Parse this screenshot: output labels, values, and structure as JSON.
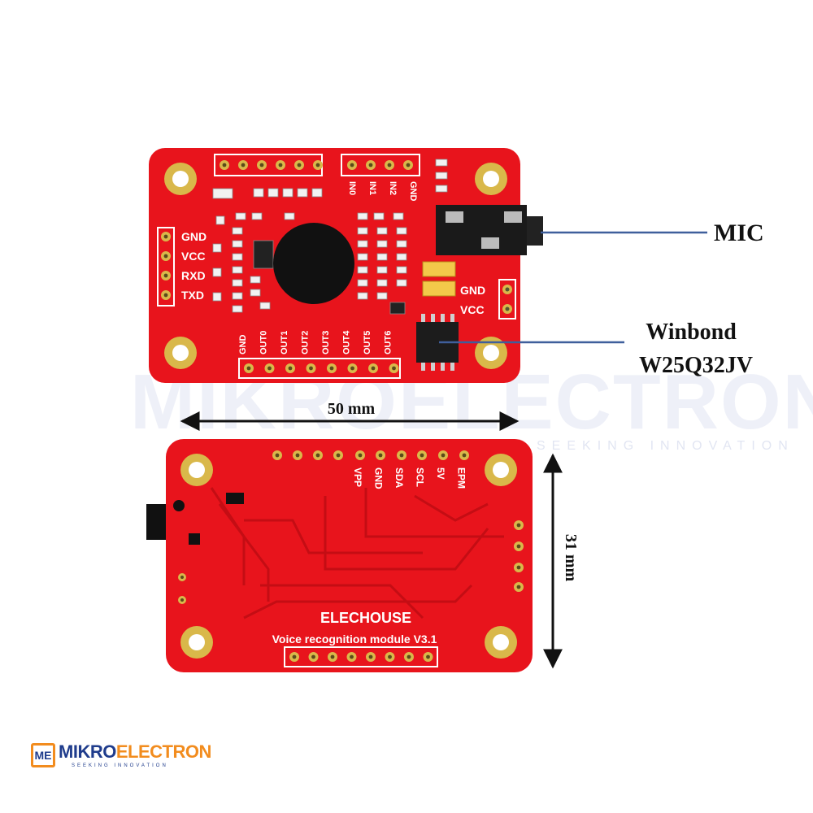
{
  "callouts": {
    "mic": "MIC",
    "flash_brand": "Winbond",
    "flash_part": "W25Q32JV"
  },
  "dimensions": {
    "width": "50 mm",
    "height": "31 mm"
  },
  "front_board": {
    "left_header": [
      "GND",
      "VCC",
      "RXD",
      "TXD"
    ],
    "right_header": [
      "GND",
      "VCC"
    ],
    "inputs": [
      "IN0",
      "IN1",
      "IN2",
      "GND"
    ],
    "outputs": [
      "GND",
      "OUT0",
      "OUT1",
      "OUT2",
      "OUT3",
      "OUT4",
      "OUT5",
      "OUT6"
    ]
  },
  "back_board": {
    "header_labels": [
      "VPP",
      "GND",
      "SDA",
      "SCL",
      "5V",
      "EPM"
    ],
    "brand": "ELECHOUSE",
    "model": "Voice recognition module V3.1"
  },
  "watermark": {
    "text": "MIKROELECTRON",
    "tagline": "SEEKING INNOVATION"
  },
  "logo": {
    "mark": "ME",
    "name_a": "MIKRO",
    "name_b": "ELECTRON",
    "tagline": "SEEKING INNOVATION"
  },
  "colors": {
    "board": "#e8141c",
    "board_dark": "#c40d14",
    "gold": "#d9b84a",
    "callout_line": "#3f5f9c",
    "brand_blue": "#1f3c8c",
    "brand_orange": "#f28c1e"
  }
}
